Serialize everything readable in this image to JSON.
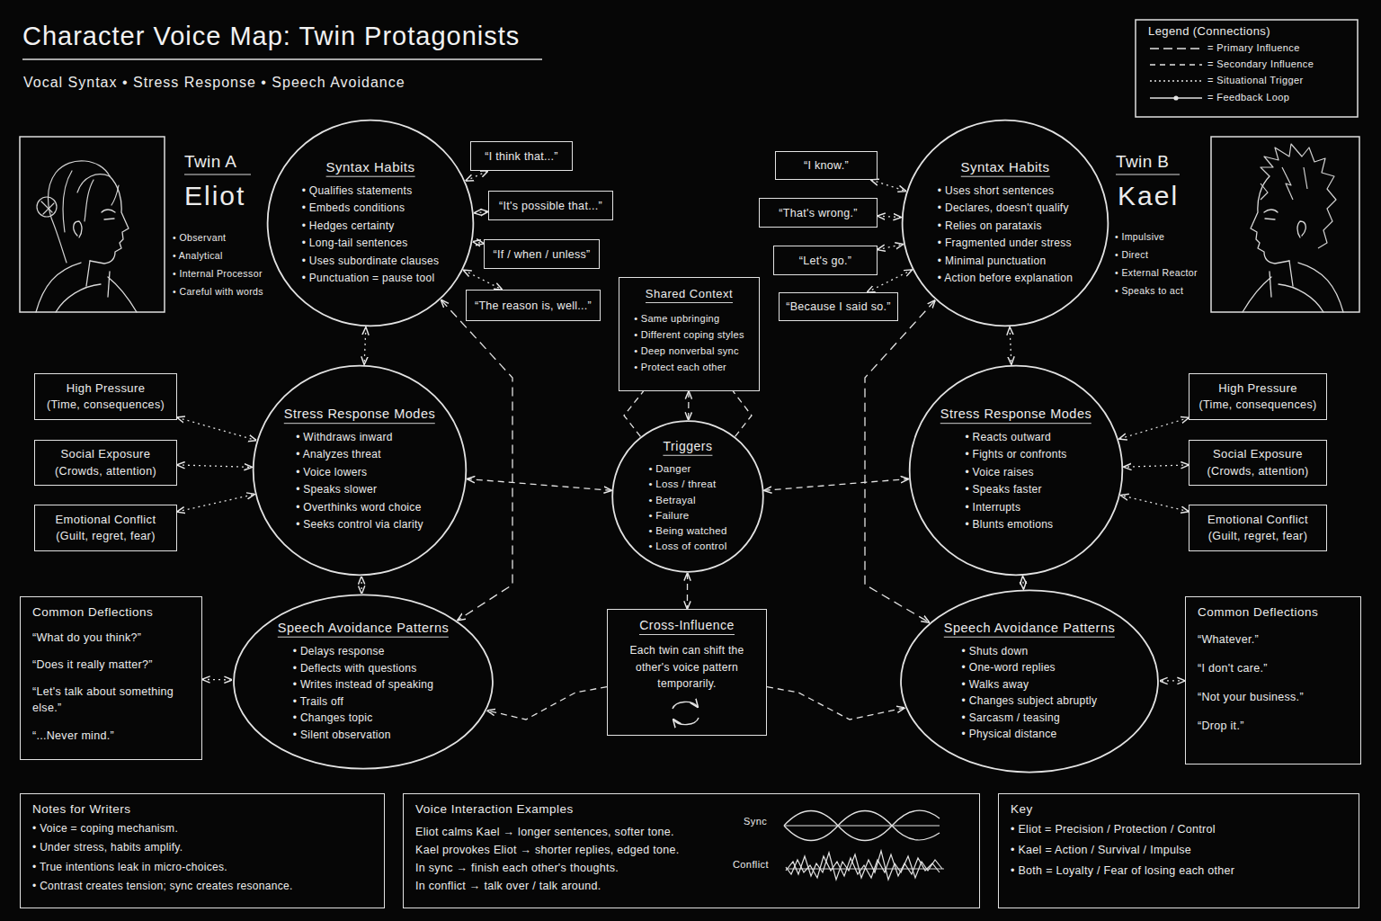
{
  "diagram": {
    "title": "Character Voice Map: Twin Protagonists",
    "caption": "Vocal Syntax • Stress Response • Speech Avoidance",
    "nodes": [
      {
        "text": [
          "Syntax Habits",
          "• Qualifies statements",
          "• Embeds conditions",
          "• Hedges certainty",
          "• Long-tail sentences",
          "• Uses subordinate clauses",
          "• Punctuation = pause tool"
        ]
      },
      {
        "text": [
          "“I think that...”"
        ]
      },
      {
        "text": [
          "“It's possible that...”"
        ]
      },
      {
        "text": [
          "“If / when / unless”"
        ]
      },
      {
        "text": [
          "“The reason is, well...”"
        ]
      },
      {
        "text": [
          "Shared Context",
          "• Same upbringing",
          "• Different coping styles",
          "• Deep nonverbal sync",
          "• Protect each other"
        ]
      },
      {
        "text": [
          "“I know.”"
        ]
      },
      {
        "text": [
          "“That's wrong.”"
        ]
      },
      {
        "text": [
          "“Let's go.”"
        ]
      },
      {
        "text": [
          "“Because I said so.”"
        ]
      },
      {
        "text": [
          "Syntax Habits",
          "• Uses short sentences",
          "• Declares, doesn't qualify",
          "• Relies on parataxis",
          "• Fragmented under stress",
          "• Minimal punctuation",
          "• Action before explanation"
        ]
      },
      {
        "text": [
          "High Pressure",
          "(Time, consequences)"
        ]
      },
      {
        "text": [
          "Social Exposure",
          "(Crowds, attention)"
        ]
      },
      {
        "text": [
          "Emotional Conflict",
          "(Guilt, regret, fear)"
        ]
      },
      {
        "text": [
          "Stress Response Modes",
          "• Withdraws inward",
          "• Analyzes threat",
          "• Voice lowers",
          "• Speaks slower",
          "• Overthinks word choice",
          "• Seeks control via clarity"
        ]
      },
      {
        "text": [
          "Triggers",
          "• Danger",
          "• Loss / threat",
          "• Betrayal",
          "• Failure",
          "• Being watched",
          "• Loss of control"
        ]
      },
      {
        "text": [
          "Stress Response Modes",
          "• Reacts outward",
          "• Fights or confronts",
          "• Voice raises",
          "• Speaks faster",
          "• Interrupts",
          "• Blunts emotions"
        ]
      },
      {
        "text": [
          "High Pressure",
          "(Time, consequences)"
        ]
      },
      {
        "text": [
          "Social Exposure",
          "(Crowds, attention)"
        ]
      },
      {
        "text": [
          "Emotional Conflict",
          "(Guilt, regret, fear)"
        ]
      },
      {
        "text": [
          "Common Deflections",
          "“What do you think?”",
          "“Does it really matter?”",
          "“Let's talk about something else.”",
          "“...Never mind.”"
        ]
      },
      {
        "text": [
          "Speech Avoidance Patterns",
          "• Delays response",
          "• Deflects with questions",
          "• Writes instead of speaking",
          "• Trails off",
          "• Changes topic",
          "• Silent observation"
        ]
      },
      {
        "text": [
          "Cross-Influence",
          "Each twin can shift the other's voice pattern temporarily."
        ]
      },
      {
        "text": [
          "Speech Avoidance Patterns",
          "• Shuts down",
          "• One-word replies",
          "• Walks away",
          "• Changes subject abruptly",
          "• Sarcasm / teasing",
          "• Physical distance"
        ]
      },
      {
        "text": [
          "Common Deflections",
          "“Whatever.”",
          "“I don't care.”",
          "“Not your business.”",
          "“Drop it.”"
        ]
      },
      {
        "text": [
          "Notes for Writers",
          "• Voice = coping mechanism.",
          "• Under stress, habits amplify.",
          "• True intentions leak in micro-choices.",
          "• Contrast creates tension; sync creates resonance."
        ]
      },
      {
        "text": [
          "Voice Interaction Examples",
          "Eliot calms Kael → longer sentences, softer tone.",
          "Kael provokes Eliot → shorter replies, edged tone.",
          "In sync → finish each other's thoughts.",
          "In conflict → talk over / talk around.",
          "Sync",
          "Conflict"
        ]
      },
      {
        "text": [
          "Key",
          "• Eliot = Precision / Protection / Control",
          "• Kael = Action / Survival / Impulse",
          "• Both = Loyalty / Fear of losing each other"
        ]
      }
    ],
    "edges": [
      {
        "from": 0,
        "to": 1,
        "arrow": "both"
      },
      {
        "from": 0,
        "to": 2,
        "arrow": "both"
      },
      {
        "from": 0,
        "to": 3,
        "arrow": "both"
      },
      {
        "from": 0,
        "to": 4,
        "arrow": "both"
      },
      {
        "from": 6,
        "to": 10,
        "arrow": "both"
      },
      {
        "from": 7,
        "to": 10,
        "arrow": "both"
      },
      {
        "from": 8,
        "to": 10,
        "arrow": "both"
      },
      {
        "from": 9,
        "to": 10,
        "arrow": "both"
      },
      {
        "from": 0,
        "to": 14,
        "arrow": "both"
      },
      {
        "from": 10,
        "to": 16,
        "arrow": "both"
      },
      {
        "from": 11,
        "to": 14,
        "arrow": "both"
      },
      {
        "from": 12,
        "to": 14,
        "arrow": "both"
      },
      {
        "from": 13,
        "to": 14,
        "arrow": "both"
      },
      {
        "from": 17,
        "to": 16,
        "arrow": "both"
      },
      {
        "from": 18,
        "to": 16,
        "arrow": "both"
      },
      {
        "from": 19,
        "to": 16,
        "arrow": "both"
      },
      {
        "from": 5,
        "to": 15,
        "arrow": "both"
      },
      {
        "from": 15,
        "to": 14,
        "arrow": "both"
      },
      {
        "from": 15,
        "to": 16,
        "arrow": "both"
      },
      {
        "from": 15,
        "to": 22,
        "arrow": "both"
      },
      {
        "from": 14,
        "to": 21,
        "arrow": "both"
      },
      {
        "from": 16,
        "to": 23,
        "arrow": "both"
      },
      {
        "from": 20,
        "to": 21,
        "arrow": "both"
      },
      {
        "from": 24,
        "to": 23,
        "arrow": "both"
      },
      {
        "from": 0,
        "to": 21,
        "arrow": "both"
      },
      {
        "from": 10,
        "to": 23,
        "arrow": "both"
      },
      {
        "from": 22,
        "to": 21,
        "arrow": "to"
      },
      {
        "from": 22,
        "to": 23,
        "arrow": "to"
      },
      {
        "from": 15,
        "to": 5,
        "arrow": "none"
      },
      {
        "from": 15,
        "to": 5,
        "arrow": "none"
      }
    ],
    "labels": [
      "Twin A",
      "Eliot",
      "• Observant",
      "• Analytical",
      "• Internal Processor",
      "• Careful with words",
      "Twin B",
      "Kael",
      "• Impulsive",
      "• Direct",
      "• External Reactor",
      "• Speaks to act",
      "Legend (Connections)"
    ],
    "legend": [
      {
        "text": "= Primary Influence"
      },
      {
        "text": "= Secondary Influence"
      },
      {
        "text": "= Situational Trigger"
      },
      {
        "text": "= Feedback Loop"
      }
    ]
  }
}
